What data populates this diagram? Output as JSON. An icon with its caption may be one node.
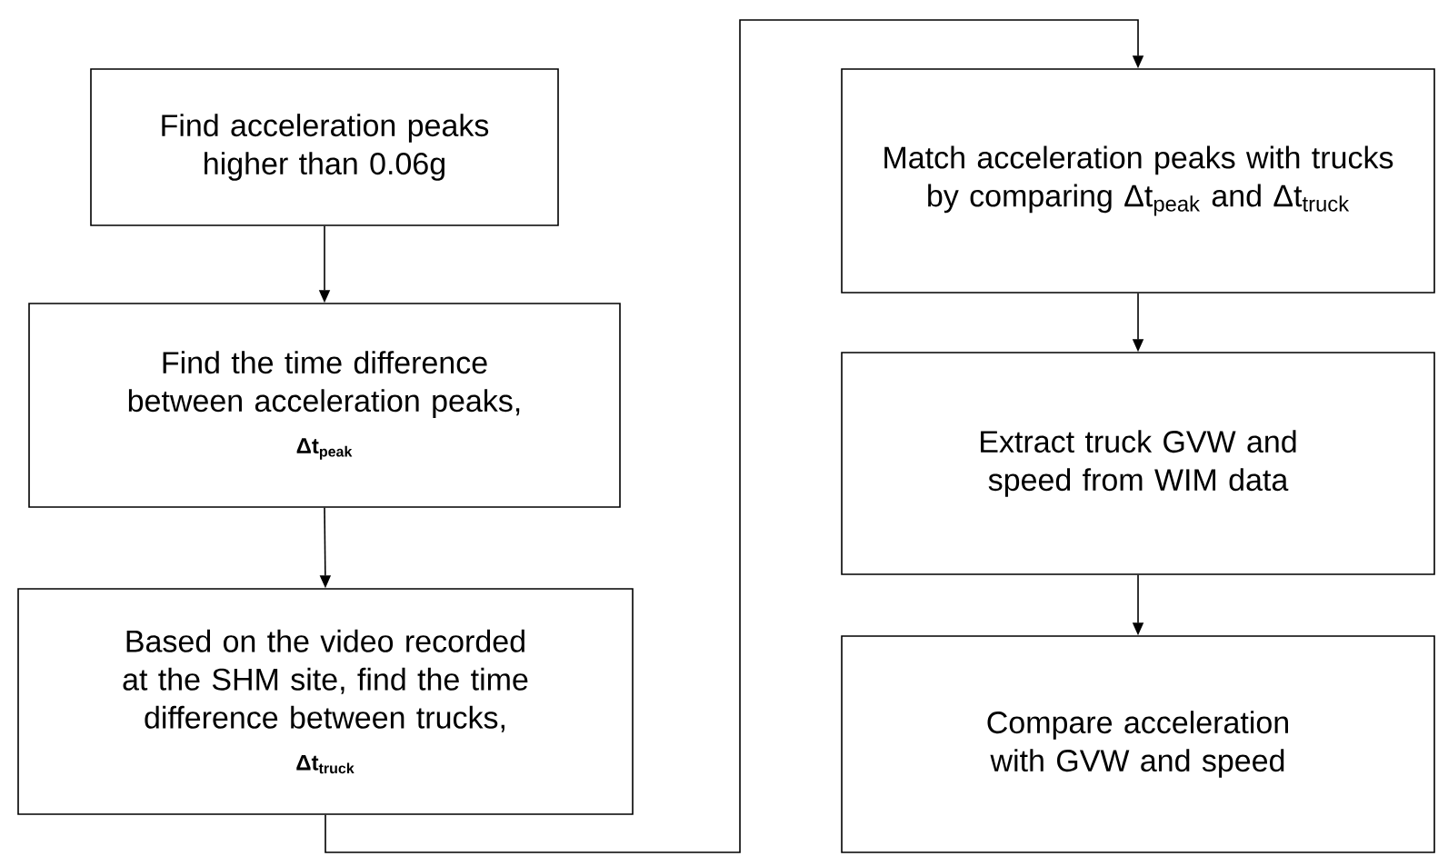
{
  "diagram": {
    "nodes": [
      {
        "text": [
          "Find acceleration peaks higher than 0.06g"
        ]
      },
      {
        "text": [
          "Find the time difference between acceleration peaks,",
          "Δt$_{peak}$"
        ]
      },
      {
        "text": [
          "Based on the video recorded at the SHM site, find the time difference between trucks,",
          "Δt$_{truck}$"
        ]
      },
      {
        "text": [
          "Match acceleration peaks with trucks by comparing Δt$_{peak}$ and Δt$_{truck}$"
        ]
      },
      {
        "text": [
          "Extract truck GVW and speed from WIM data"
        ]
      },
      {
        "text": [
          "Compare acceleration with GVW and speed"
        ]
      }
    ],
    "edges": [
      {
        "from": 0,
        "to": 1,
        "arrow": "to"
      },
      {
        "from": 1,
        "to": 2,
        "arrow": "to"
      },
      {
        "from": 2,
        "to": 3,
        "arrow": "to"
      },
      {
        "from": 3,
        "to": 4,
        "arrow": "to"
      },
      {
        "from": 4,
        "to": 5,
        "arrow": "to"
      }
    ]
  }
}
